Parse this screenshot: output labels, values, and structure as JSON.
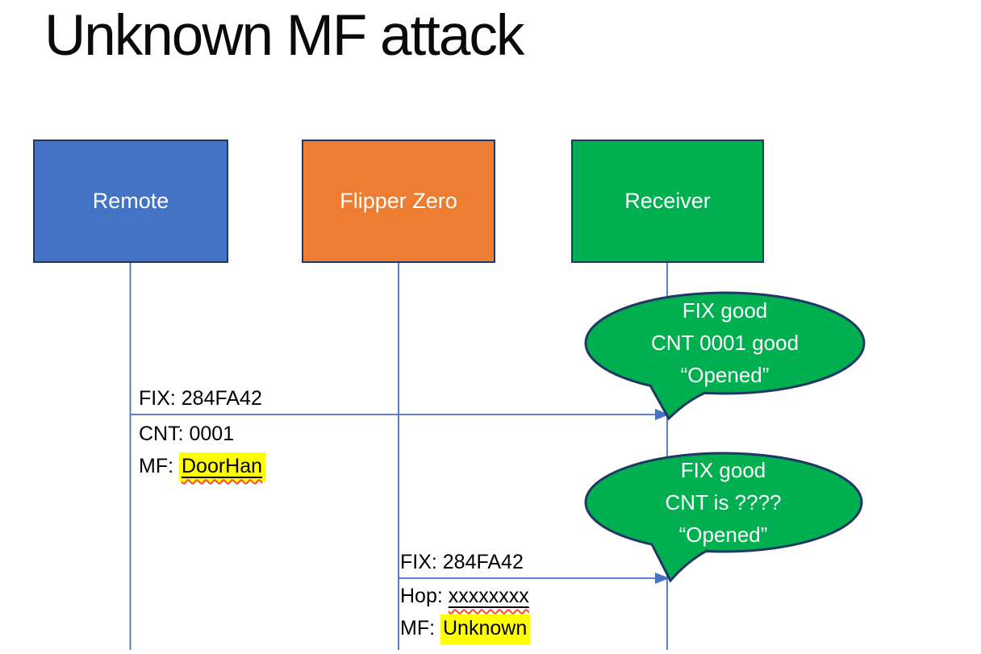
{
  "slide": {
    "title": "Unknown MF attack"
  },
  "actors": [
    {
      "label": "Remote"
    },
    {
      "label": "Flipper Zero"
    },
    {
      "label": "Receiver"
    }
  ],
  "messages": [
    {
      "above": "FIX: 284FA42",
      "row2": "CNT: 0001",
      "row3_prefix": "MF: ",
      "row3_mark": "DoorHan"
    },
    {
      "above": "FIX: 284FA42",
      "row2_prefix": "Hop: ",
      "row2_mark": "xxxxxxxx",
      "row3_prefix": "MF: ",
      "row3_mark": "Unknown"
    }
  ],
  "callouts": [
    {
      "lines": [
        "FIX good",
        "CNT 0001 good",
        "“Opened”"
      ]
    },
    {
      "lines": [
        "FIX good",
        "CNT is ????",
        "“Opened”"
      ]
    }
  ],
  "colors": {
    "remote_fill": "#4472C4",
    "flipper_fill": "#ED7D31",
    "receiver_fill": "#00B050",
    "callout_fill": "#00B050",
    "outline_navy": "#1F3864",
    "connector_blue": "#4472C4",
    "highlight_yellow": "#FFFF00",
    "squiggle_red": "#FF4A26",
    "text_white": "#FFFFFF",
    "text_black": "#000000"
  }
}
